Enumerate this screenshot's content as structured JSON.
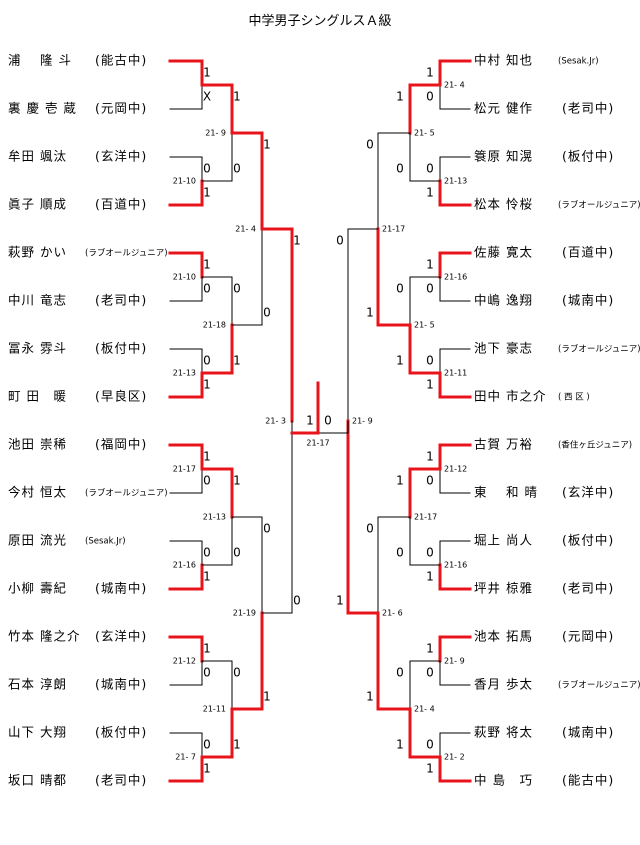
{
  "title": "中学男子シングルスＡ級",
  "bracket": {
    "left_players": [
      {
        "name": "浦　 隆 斗",
        "team": "(能古中)"
      },
      {
        "name": "裏 慶 壱 蔵",
        "team": "(元岡中)"
      },
      {
        "name": "牟田 颯汰",
        "team": "(玄洋中)"
      },
      {
        "name": "眞子 順成",
        "team": "(百道中)"
      },
      {
        "name": "萩野 かい",
        "team": "(ラブオールジュニア)"
      },
      {
        "name": "中川 竜志",
        "team": "(老司中)"
      },
      {
        "name": "冨永 雰斗",
        "team": "(板付中)"
      },
      {
        "name": "町 田　暖",
        "team": "(早良区)"
      },
      {
        "name": "池田 崇稀",
        "team": "(福岡中)"
      },
      {
        "name": "今村 恒太",
        "team": "(ラブオールジュニア)"
      },
      {
        "name": "原田 流光",
        "team": "(Sesak.Jr)"
      },
      {
        "name": "小柳 壽紀",
        "team": "(城南中)"
      },
      {
        "name": "竹本 隆之介",
        "team": "(玄洋中)"
      },
      {
        "name": "石本 淳朗",
        "team": "(城南中)"
      },
      {
        "name": "山下 大翔",
        "team": "(板付中)"
      },
      {
        "name": "坂口 晴都",
        "team": "(老司中)"
      }
    ],
    "right_players": [
      {
        "name": "中村 知也",
        "team": "(Sesak.Jr)"
      },
      {
        "name": "松元 健作",
        "team": "(老司中)"
      },
      {
        "name": "簑原 知滉",
        "team": "(板付中)"
      },
      {
        "name": "松本 怜桜",
        "team": "(ラブオールジュニア)"
      },
      {
        "name": "佐藤 寛太",
        "team": "(百道中)"
      },
      {
        "name": "中嶋 逸翔",
        "team": "(城南中)"
      },
      {
        "name": "池下 豪志",
        "team": "(ラブオールジュニア)"
      },
      {
        "name": "田中 市之介",
        "team": "( 西 区 )"
      },
      {
        "name": "古賀 万裕",
        "team": "(香住ヶ丘ジュニア)"
      },
      {
        "name": "東　 和 晴",
        "team": "(玄洋中)"
      },
      {
        "name": "堀上 尚人",
        "team": "(板付中)"
      },
      {
        "name": "坪井 椋雅",
        "team": "(老司中)"
      },
      {
        "name": "池本 拓馬",
        "team": "(元岡中)"
      },
      {
        "name": "香月 歩太",
        "team": "(ラブオールジュニア)"
      },
      {
        "name": "萩野 将太",
        "team": "(城南中)"
      },
      {
        "name": "中 島　巧",
        "team": "(能古中)"
      }
    ],
    "left": {
      "r1": [
        {
          "s": [
            "1",
            "X"
          ],
          "g": "",
          "w": 0
        },
        {
          "s": [
            "0",
            "1"
          ],
          "g": "21-10",
          "w": 1
        },
        {
          "s": [
            "1",
            "0"
          ],
          "g": "21-10",
          "w": 0
        },
        {
          "s": [
            "0",
            "1"
          ],
          "g": "21-13",
          "w": 1
        },
        {
          "s": [
            "1",
            "0"
          ],
          "g": "21-17",
          "w": 0
        },
        {
          "s": [
            "0",
            "1"
          ],
          "g": "21-16",
          "w": 1
        },
        {
          "s": [
            "1",
            "0"
          ],
          "g": "21-12",
          "w": 0
        },
        {
          "s": [
            "0",
            "1"
          ],
          "g": "21- 7",
          "w": 1
        }
      ],
      "r2": [
        {
          "s": [
            "1",
            "0"
          ],
          "g": "21- 9",
          "w": 0
        },
        {
          "s": [
            "0",
            "1"
          ],
          "g": "21-18",
          "w": 1
        },
        {
          "s": [
            "1",
            "0"
          ],
          "g": "21-13",
          "w": 0
        },
        {
          "s": [
            "0",
            "1"
          ],
          "g": "21-11",
          "w": 1
        }
      ],
      "r3": [
        {
          "s": [
            "1",
            "0"
          ],
          "g": "21- 4",
          "w": 0
        },
        {
          "s": [
            "0",
            "1"
          ],
          "g": "21-19",
          "w": 1
        }
      ],
      "r4": {
        "s": [
          "1",
          "0"
        ],
        "g": "21- 3",
        "w": 0
      }
    },
    "right": {
      "r1": [
        {
          "s": [
            "1",
            "0"
          ],
          "g": "21- 4",
          "w": 0
        },
        {
          "s": [
            "0",
            "1"
          ],
          "g": "21-13",
          "w": 1
        },
        {
          "s": [
            "1",
            "0"
          ],
          "g": "21-16",
          "w": 0
        },
        {
          "s": [
            "0",
            "1"
          ],
          "g": "21-11",
          "w": 1
        },
        {
          "s": [
            "1",
            "0"
          ],
          "g": "21-12",
          "w": 0
        },
        {
          "s": [
            "0",
            "1"
          ],
          "g": "21-16",
          "w": 1
        },
        {
          "s": [
            "1",
            "0"
          ],
          "g": "21- 9",
          "w": 0
        },
        {
          "s": [
            "0",
            "1"
          ],
          "g": "21- 2",
          "w": 1
        }
      ],
      "r2": [
        {
          "s": [
            "1",
            "0"
          ],
          "g": "21- 5",
          "w": 0
        },
        {
          "s": [
            "0",
            "1"
          ],
          "g": "21- 5",
          "w": 1
        },
        {
          "s": [
            "1",
            "0"
          ],
          "g": "21-17",
          "w": 0
        },
        {
          "s": [
            "0",
            "1"
          ],
          "g": "21- 4",
          "w": 1
        }
      ],
      "r3": [
        {
          "s": [
            "0",
            "1"
          ],
          "g": "21-17",
          "w": 1
        },
        {
          "s": [
            "0",
            "1"
          ],
          "g": "21- 6",
          "w": 1
        }
      ],
      "r4": {
        "s": [
          "0",
          "1"
        ],
        "g": "21- 9",
        "w": 1
      }
    },
    "final": {
      "s": [
        "1",
        "0"
      ],
      "g": "21-17",
      "w": 0
    }
  },
  "colors": {
    "win": "#e8141c",
    "line": "#000000"
  }
}
